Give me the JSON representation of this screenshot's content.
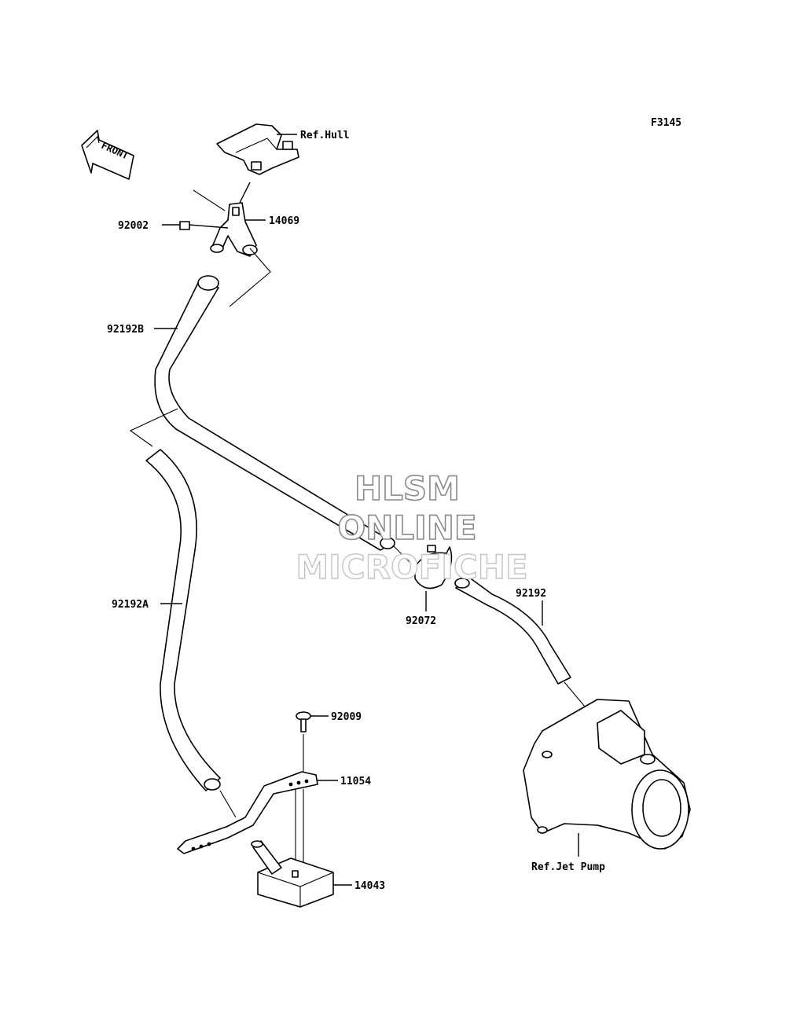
{
  "figure_code": "F3145",
  "direction_marker": {
    "text": "FRONT",
    "icon": "front-arrow-icon"
  },
  "callouts": {
    "ref_hull": "Ref.Hull",
    "p14069": "14069",
    "p92002": "92002",
    "p92192B": "92192B",
    "p92192A": "92192A",
    "p92072": "92072",
    "p92192": "92192",
    "p92009": "92009",
    "p11054": "11054",
    "p14043": "14043",
    "ref_jet_pump": "Ref.Jet Pump"
  },
  "watermark": {
    "line1": "HLSM",
    "line2": "ONLINE",
    "line3": "MICROFICHE"
  }
}
